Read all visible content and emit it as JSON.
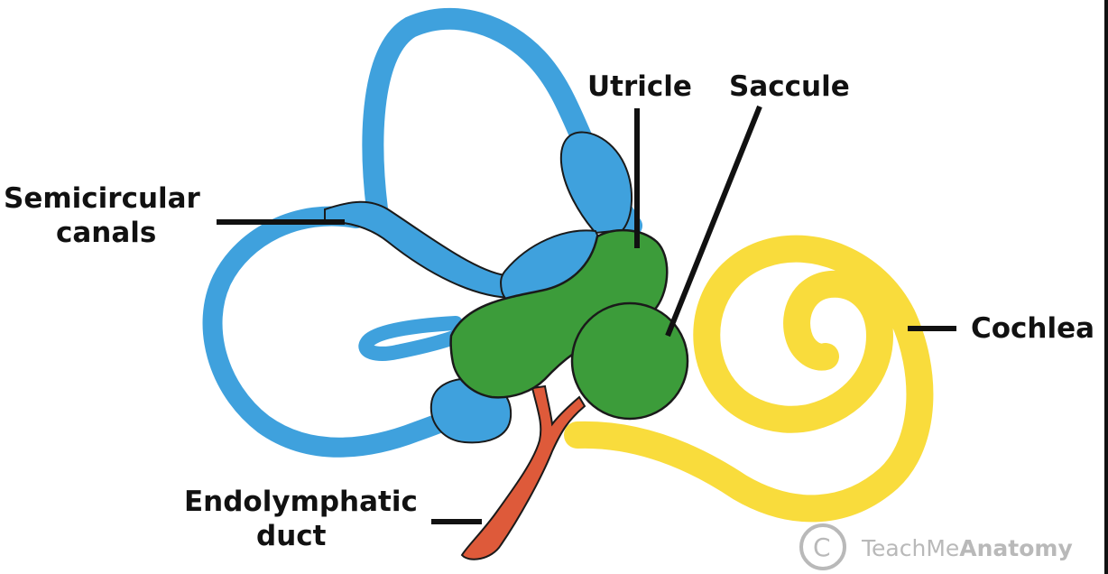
{
  "labels": {
    "semicircular_line1": "Semicircular",
    "semicircular_line2": "canals",
    "utricle": "Utricle",
    "saccule": "Saccule",
    "cochlea": "Cochlea",
    "endolymphatic_line1": "Endolymphatic",
    "endolymphatic_line2": "duct"
  },
  "watermark": {
    "symbol": "C",
    "brand_light": "TeachMe",
    "brand_bold": "Anatomy"
  },
  "colors": {
    "canals": "#3fa1dd",
    "utricle_saccule": "#3c9c3a",
    "cochlea": "#f9dc3c",
    "duct": "#de5a3a",
    "outline": "#1a1a1a",
    "watermark": "#b9b9b9"
  }
}
